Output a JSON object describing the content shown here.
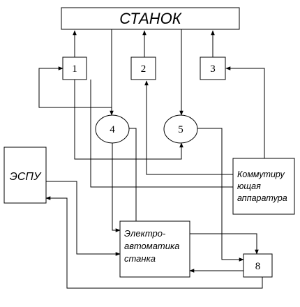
{
  "nodes": {
    "stanok": "СТАНОК",
    "block1": "1",
    "block2": "2",
    "block3": "3",
    "oval4": "4",
    "oval5": "5",
    "espu": "ЭСПУ",
    "kommut": [
      "Коммутиру",
      "ющая",
      "аппаратура"
    ],
    "elektro": [
      "Электро-",
      "автоматика",
      "станка"
    ],
    "block8": "8"
  }
}
